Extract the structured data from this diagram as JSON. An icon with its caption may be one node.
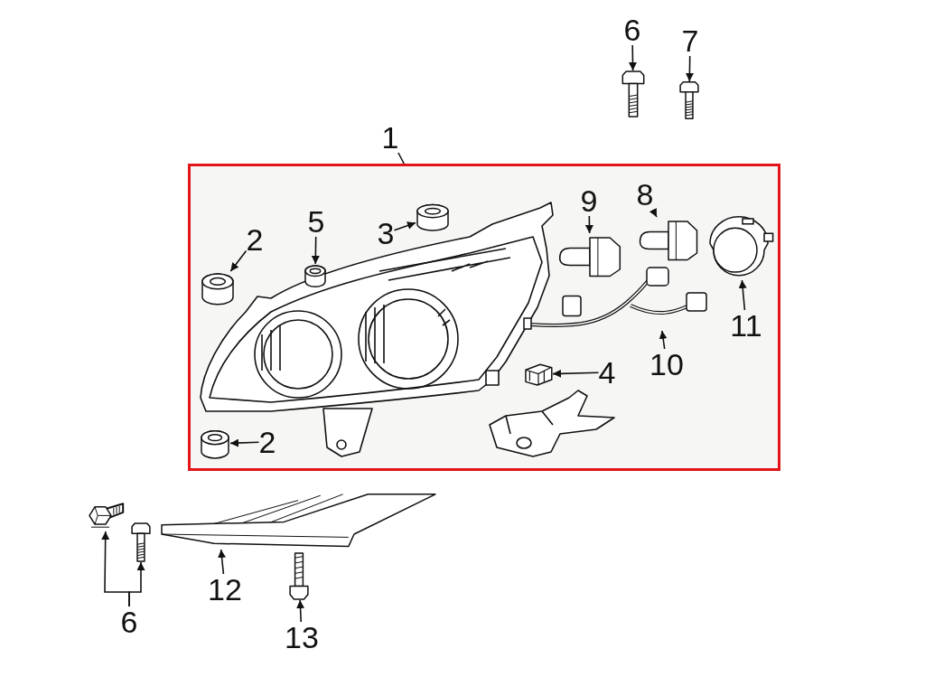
{
  "diagram": {
    "nodes": [
      {
        "text": [
          "6"
        ]
      },
      {
        "text": [],
        "shape": "picture"
      },
      {
        "text": [
          "7"
        ]
      },
      {
        "text": [],
        "shape": "picture"
      },
      {
        "text": [
          "1"
        ]
      },
      {
        "text": [],
        "shape": "box"
      },
      {
        "text": [
          "2"
        ],
        "in": 5
      },
      {
        "text": [],
        "shape": "picture",
        "in": 5
      },
      {
        "text": [
          "5"
        ],
        "in": 5
      },
      {
        "text": [],
        "shape": "picture",
        "in": 5
      },
      {
        "text": [
          "3"
        ],
        "in": 5
      },
      {
        "text": [],
        "shape": "picture",
        "in": 5
      },
      {
        "text": [
          "9"
        ],
        "in": 5
      },
      {
        "text": [],
        "shape": "picture",
        "in": 5
      },
      {
        "text": [
          "8"
        ],
        "in": 5
      },
      {
        "text": [],
        "shape": "picture",
        "in": 5
      },
      {
        "text": [
          "11"
        ],
        "in": 5
      },
      {
        "text": [],
        "shape": "picture",
        "in": 5
      },
      {
        "text": [
          "10"
        ],
        "in": 5
      },
      {
        "text": [],
        "shape": "picture",
        "in": 5
      },
      {
        "text": [
          "4"
        ],
        "in": 5
      },
      {
        "text": [],
        "shape": "picture",
        "in": 5
      },
      {
        "text": [
          "2"
        ],
        "in": 5
      },
      {
        "text": [],
        "shape": "picture",
        "in": 5
      },
      {
        "text": [
          "12"
        ]
      },
      {
        "text": [],
        "shape": "picture"
      },
      {
        "text": [
          "13"
        ]
      },
      {
        "text": [],
        "shape": "picture"
      },
      {
        "text": [
          "6"
        ]
      },
      {
        "text": [],
        "shape": "picture"
      },
      {
        "text": [],
        "shape": "picture"
      }
    ],
    "edges": [
      {
        "from": 0,
        "to": 1,
        "arrow": "to"
      },
      {
        "from": 2,
        "to": 3,
        "arrow": "to"
      },
      {
        "from": 4,
        "to": 5,
        "arrow": "none"
      },
      {
        "from": 6,
        "to": 7,
        "arrow": "to"
      },
      {
        "from": 8,
        "to": 9,
        "arrow": "to"
      },
      {
        "from": 10,
        "to": 11,
        "arrow": "to"
      },
      {
        "from": 12,
        "to": 13,
        "arrow": "to"
      },
      {
        "from": 14,
        "to": 15,
        "arrow": "to"
      },
      {
        "from": 16,
        "to": 17,
        "arrow": "to"
      },
      {
        "from": 18,
        "to": 19,
        "arrow": "to"
      },
      {
        "from": 20,
        "to": 21,
        "arrow": "to"
      },
      {
        "from": 22,
        "to": 23,
        "arrow": "to"
      },
      {
        "from": 24,
        "to": 25,
        "arrow": "to"
      },
      {
        "from": 26,
        "to": 27,
        "arrow": "to"
      },
      {
        "from": 28,
        "to": 29,
        "arrow": "to"
      },
      {
        "from": 28,
        "to": 30,
        "arrow": "to"
      }
    ]
  }
}
